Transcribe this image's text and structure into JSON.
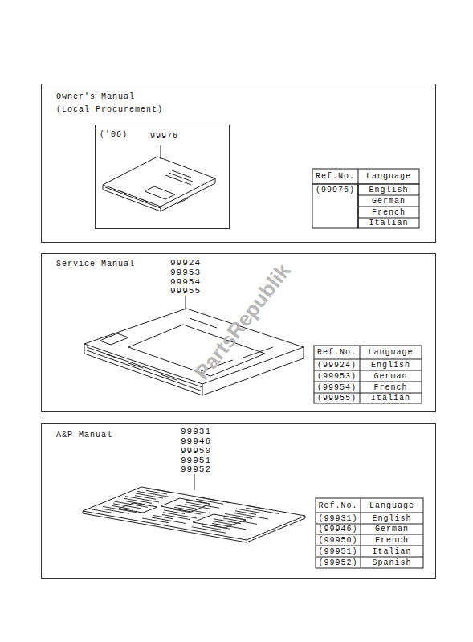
{
  "diagram": {
    "nodes": [
      {
        "text": [
          "Owner's Manual (Local Procurement)"
        ]
      },
      {
        "text": [
          "('06)",
          "99976"
        ],
        "in": 0
      },
      {
        "text": [
          "Service Manual"
        ]
      },
      {
        "text": [
          "A&P Manual"
        ]
      }
    ],
    "labels": [
      "Ref.No.",
      "Language",
      "(99976)",
      "English",
      "German",
      "French",
      "Italian",
      "99924",
      "99953",
      "99954",
      "99955",
      "Ref.No.",
      "Language",
      "(99924)",
      "English",
      "(99953)",
      "German",
      "(99954)",
      "French",
      "(99955)",
      "Italian",
      "99931",
      "99946",
      "99950",
      "99951",
      "99952",
      "Ref.No.",
      "Language",
      "(99931)",
      "English",
      "(99946)",
      "German",
      "(99950)",
      "French",
      "(99951)",
      "Italian",
      "(99952)",
      "Spanish",
      "PartsRepublik"
    ]
  }
}
